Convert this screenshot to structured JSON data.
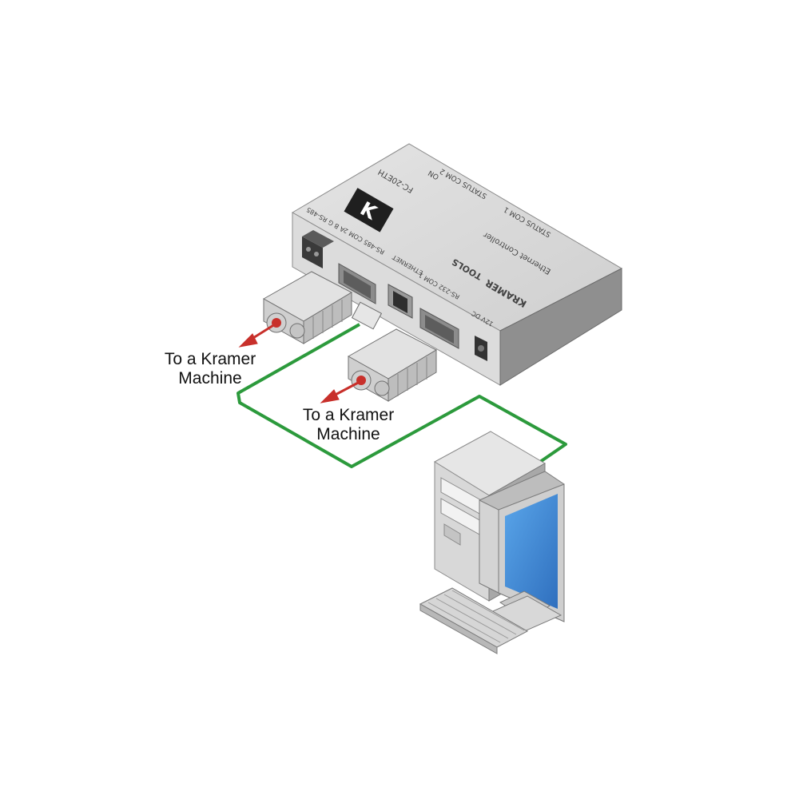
{
  "diagram": {
    "callouts": [
      {
        "line1": "To a Kramer",
        "line2": "Machine"
      },
      {
        "line1": "To a Kramer",
        "line2": "Machine"
      }
    ],
    "device": {
      "brand": "KRAMER",
      "series": "TOOLS",
      "model": "FC-20ETH",
      "title": "Ethernet Controller",
      "logo_mark": "K",
      "port_labels": {
        "power": "12V DC",
        "com1": "RS-232 COM 1",
        "ethernet": "ETHERNET",
        "com2": "RS-485 COM 2",
        "rs485_terminal": "A B G RS-485",
        "on": "ON",
        "status": "STATUS COM 2",
        "status2": "STATUS COM 1"
      }
    },
    "colors": {
      "ethernet_cable": "#2c9a3c",
      "arrow": "#c8302b",
      "device_body": "#d9d9d9",
      "monitor_screen": "#3b8ad8"
    },
    "icons": [
      "db9-connector-icon",
      "rj45-port-icon",
      "terminal-block-icon",
      "computer-tower-icon",
      "monitor-icon",
      "keyboard-icon"
    ]
  }
}
